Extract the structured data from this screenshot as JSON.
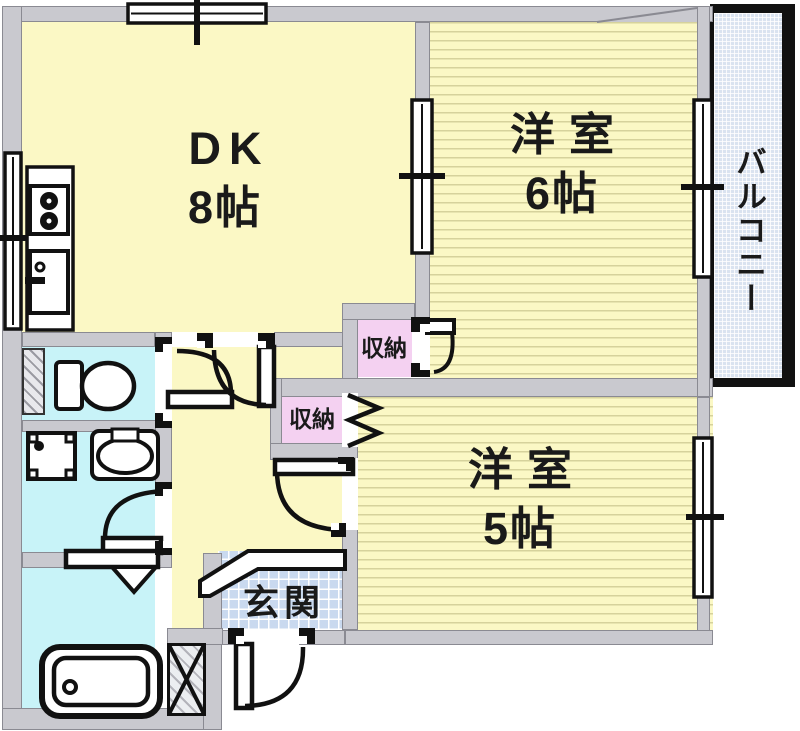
{
  "plan_title": "apartment-floor-plan",
  "rooms": {
    "dk": {
      "name": "DK",
      "size": "8帖"
    },
    "western6": {
      "name": "洋室",
      "size": "6帖"
    },
    "western5": {
      "name": "洋室",
      "size": "5帖"
    },
    "balcony": {
      "name": "バルコニー"
    },
    "entrance": {
      "name": "玄関"
    },
    "storage_upper": {
      "name": "収納"
    },
    "storage_lower": {
      "name": "収納"
    }
  },
  "icons": [
    "stove-icon",
    "sink-icon",
    "toilet-icon",
    "washing-machine-icon",
    "washbasin-icon",
    "bathtub-icon",
    "door-swing-icon",
    "folding-door-icon",
    "sliding-window-icon",
    "pipe-space-icon"
  ],
  "colors": {
    "wall": "#c9c9cf",
    "wall-edge": "#8a8a92",
    "yellow": "#fbf8c5",
    "stripe": "#d6d29c",
    "cyan": "#c8f3f8",
    "tile": "#c9d9ef",
    "balcony": "#dae3f0",
    "pink": "#f4d1f1",
    "ink": "#111111"
  }
}
